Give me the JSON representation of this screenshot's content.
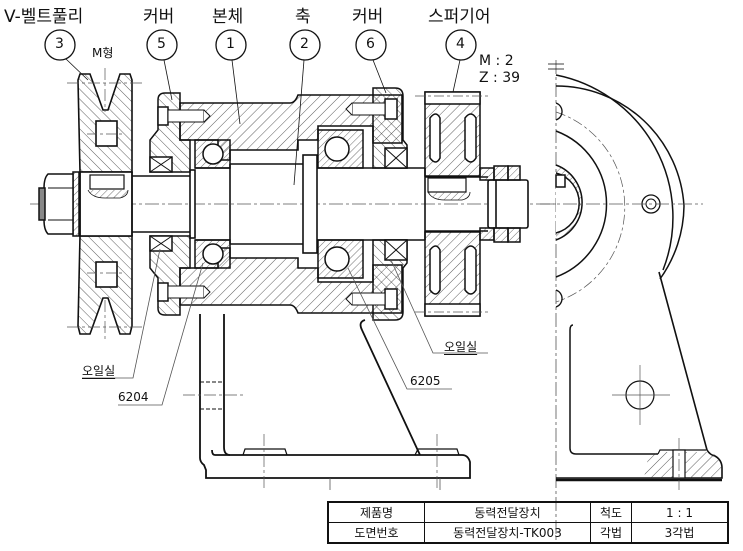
{
  "drawing": {
    "title": "동력전달장치 조립도",
    "parts": [
      {
        "number": "3",
        "name": "V-벨트풀리"
      },
      {
        "number": "5",
        "name": "커버"
      },
      {
        "number": "1",
        "name": "본체"
      },
      {
        "number": "2",
        "name": "축"
      },
      {
        "number": "6",
        "name": "커버"
      },
      {
        "number": "4",
        "name": "스퍼기어"
      }
    ],
    "notes": {
      "pulley_type": "M형",
      "gear_module": "M : 2",
      "gear_teeth": "Z : 39"
    },
    "callouts": {
      "oil_seal_left": "오일실",
      "oil_seal_right": "오일실",
      "bearing_left": "6204",
      "bearing_right": "6205"
    }
  },
  "title_block": {
    "rows": [
      {
        "label1": "제품명",
        "value1": "동력전달장치",
        "label2": "척도",
        "value2": "1 : 1"
      },
      {
        "label1": "도면번호",
        "value1": "동력전달장치-TK003",
        "label2": "각법",
        "value2": "3각법"
      }
    ]
  },
  "colors": {
    "line": "#111111",
    "center_line": "#555555",
    "hatch": "#333333",
    "background": "#ffffff"
  }
}
